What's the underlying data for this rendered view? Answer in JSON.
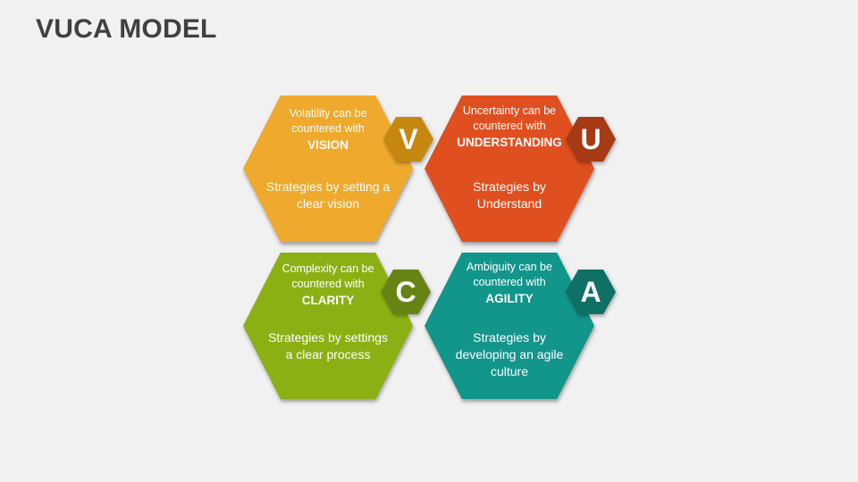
{
  "title": "VUCA MODEL",
  "quadrants": [
    {
      "letter": "V",
      "line1": "Volatility can be",
      "line2": "countered with",
      "keyword": "VISION",
      "strategy_line1": "Strategies by setting a",
      "strategy_line2": "clear vision",
      "strategy_line3": "",
      "color": "#EFA92D",
      "badge_color": "#C5870F"
    },
    {
      "letter": "U",
      "line1": "Uncertainty can be",
      "line2": "countered with",
      "keyword": "UNDERSTANDING",
      "strategy_line1": "Strategies by",
      "strategy_line2": "Understand",
      "strategy_line3": "",
      "color": "#E04F1F",
      "badge_color": "#A63A14"
    },
    {
      "letter": "C",
      "line1": "Complexity can be",
      "line2": "countered with",
      "keyword": "CLARITY",
      "strategy_line1": "Strategies by settings",
      "strategy_line2": "a clear process",
      "strategy_line3": "",
      "color": "#8BB013",
      "badge_color": "#668413"
    },
    {
      "letter": "A",
      "line1": "Ambiguity can be",
      "line2": "countered with",
      "keyword": "AGILITY",
      "strategy_line1": "Strategies by",
      "strategy_line2": "developing an agile",
      "strategy_line3": "culture",
      "color": "#12958B",
      "badge_color": "#0F7065"
    }
  ]
}
